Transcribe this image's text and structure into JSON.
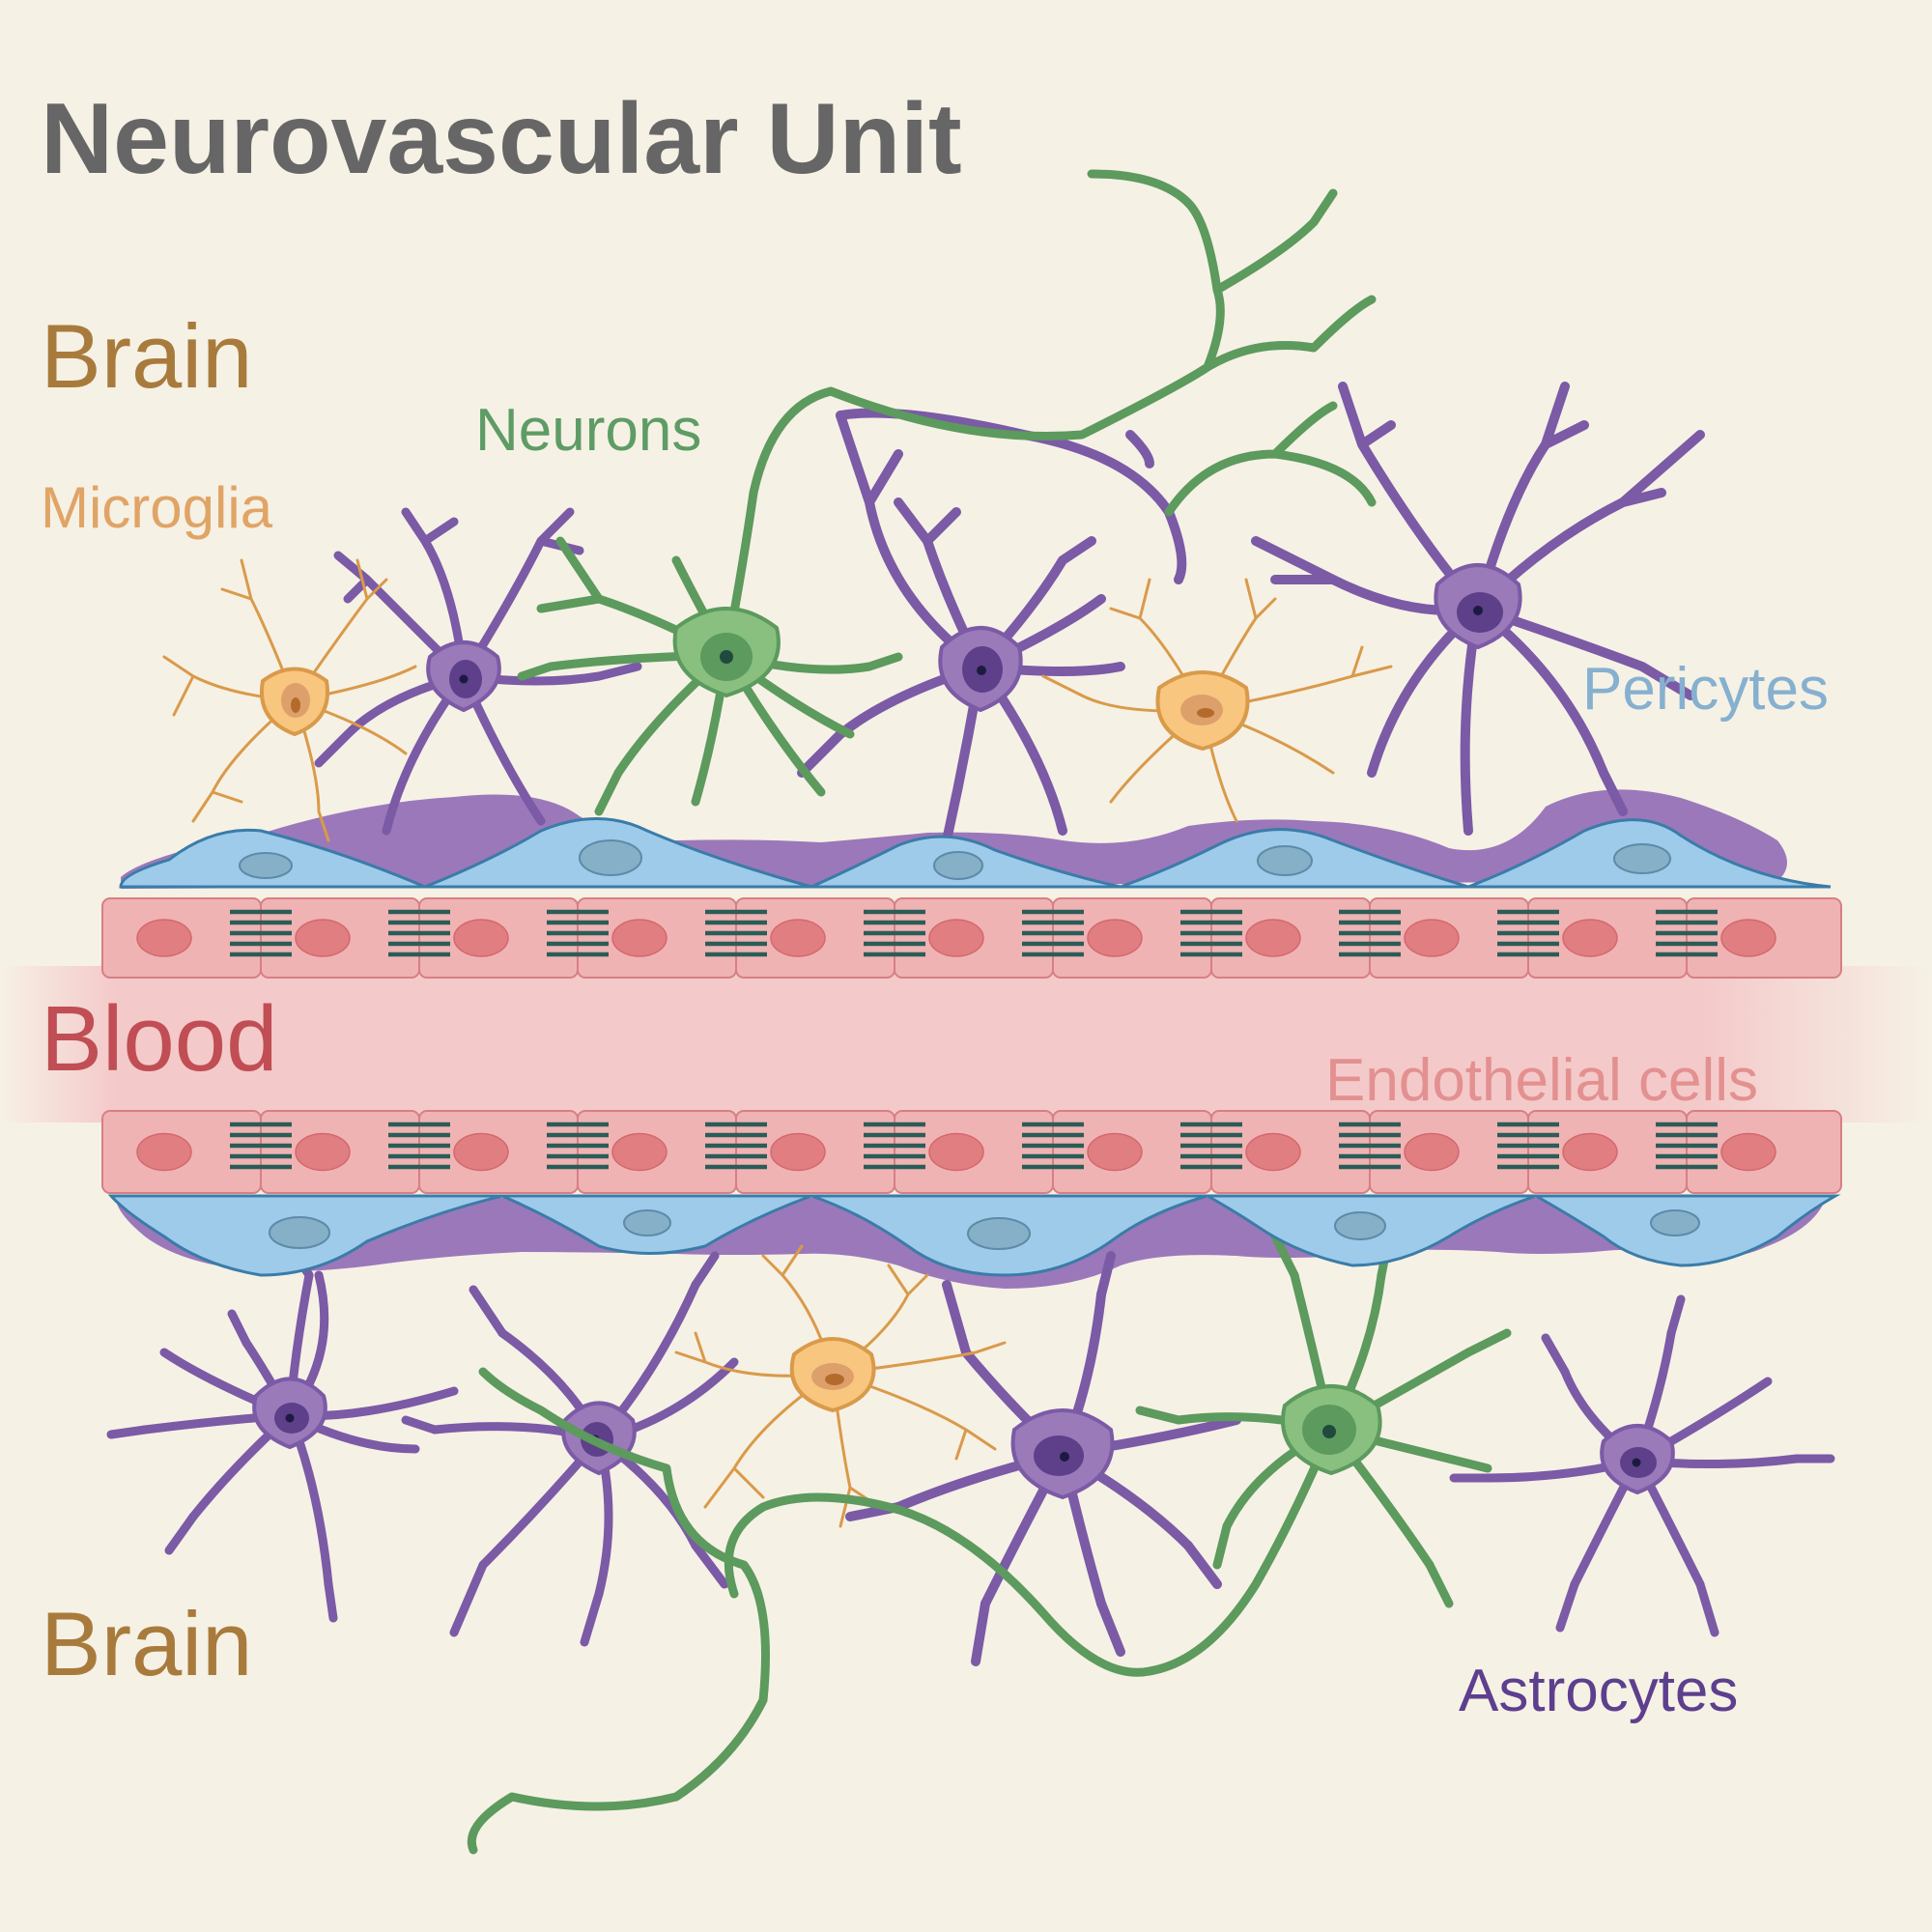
{
  "title": "Neurovascular Unit",
  "regions": {
    "brain_top": "Brain",
    "blood": "Blood",
    "brain_bottom": "Brain"
  },
  "cell_labels": {
    "neurons": "Neurons",
    "microglia": "Microglia",
    "pericytes": "Pericytes",
    "endothelial": "Endothelial cells",
    "astrocytes": "Astrocytes"
  },
  "colors": {
    "background": "#f6f1e5",
    "title": "#666666",
    "brain": "#a87b3c",
    "blood_lumen": "#f4c9c9",
    "endothelial_fill": "#f0b3b3",
    "endothelial_nucleus": "#e07e82",
    "tight_junction": "#2b5d58",
    "pericyte_fill": "#9ecbea",
    "pericyte_nucleus": "#86b0c8",
    "basement_membrane": "#9b78ba",
    "astrocyte_fill": "#9a7ab9",
    "astrocyte_stroke": "#7b5aa6",
    "astrocyte_nucleus": "#5e3f8a",
    "neuron_fill": "#89c080",
    "neuron_stroke": "#5c9a5e",
    "microglia_fill": "#f8c67e",
    "microglia_stroke": "#d99a4a"
  }
}
